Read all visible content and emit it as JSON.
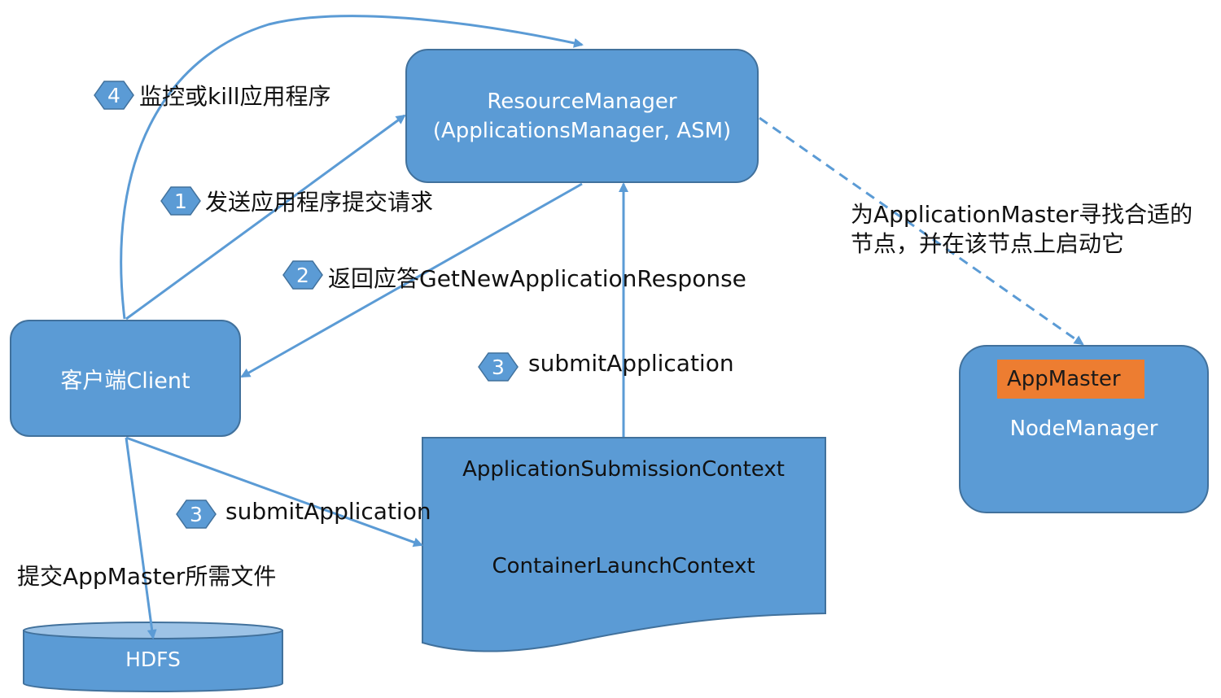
{
  "resource_manager": {
    "line1": "ResourceManager",
    "line2": "(ApplicationsManager, ASM)"
  },
  "client": {
    "label": "客户端Client"
  },
  "node_manager": {
    "label": "NodeManager",
    "app_master": "AppMaster"
  },
  "submission_context": {
    "line1": "ApplicationSubmissionContext",
    "line2": "ContainerLaunchContext"
  },
  "hdfs": {
    "label": "HDFS"
  },
  "steps": {
    "step4": {
      "num": "4",
      "text": "监控或kill应用程序"
    },
    "step1": {
      "num": "1",
      "text": "发送应用程序提交请求"
    },
    "step2": {
      "num": "2",
      "text": "返回应答GetNewApplicationResponse"
    },
    "step3_top": {
      "num": "3",
      "text": "submitApplication"
    },
    "step3_bottom": {
      "num": "3",
      "text": "submitApplication"
    }
  },
  "notes": {
    "hdfs_upload": "提交AppMaster所需文件",
    "find_node_line1": "为ApplicationMaster寻找合适的",
    "find_node_line2": "节点，并在该节点上启动它"
  },
  "colors": {
    "node_fill": "#5b9bd5",
    "node_border": "#41719c",
    "app_master": "#ed7d31",
    "arrow": "#5b9bd5"
  }
}
